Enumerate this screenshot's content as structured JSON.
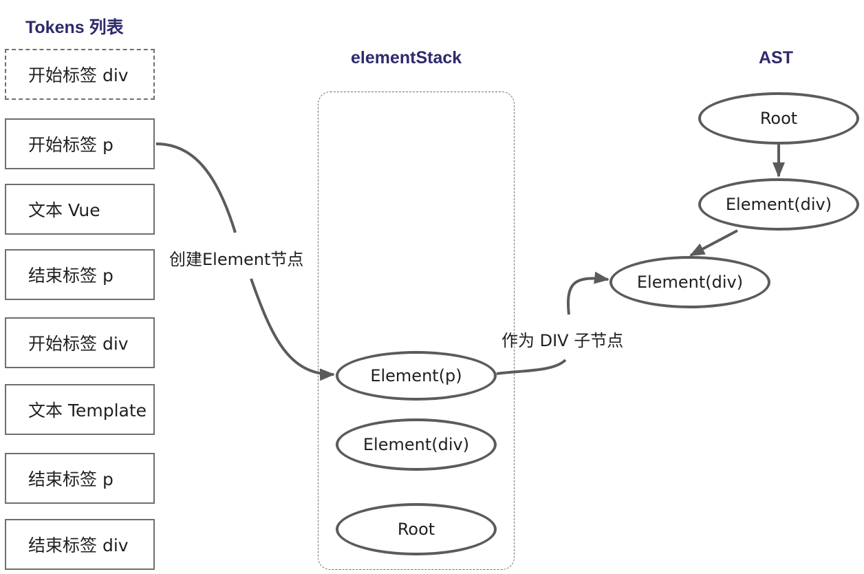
{
  "headings": {
    "tokens": "Tokens 列表",
    "stack": "elementStack",
    "ast": "AST"
  },
  "tokens": [
    {
      "label": "开始标签 div",
      "style": "dashed"
    },
    {
      "label": "开始标签 p",
      "style": "solid"
    },
    {
      "label": "文本 Vue",
      "style": "solid"
    },
    {
      "label": "结束标签 p",
      "style": "solid"
    },
    {
      "label": "开始标签 div",
      "style": "solid"
    },
    {
      "label": "文本 Template",
      "style": "solid"
    },
    {
      "label": "结束标签 p",
      "style": "solid"
    },
    {
      "label": "结束标签 div",
      "style": "solid"
    }
  ],
  "stack": {
    "items": [
      "Element(p)",
      "Element(div)",
      "Root"
    ]
  },
  "ast": {
    "nodes": [
      "Root",
      "Element(div)",
      "Element(div)"
    ]
  },
  "edges": {
    "create_label": "创建Element节点",
    "child_label": "作为 DIV 子节点"
  },
  "colors": {
    "heading": "#2e2a6b",
    "stroke": "#5b5b5b"
  }
}
